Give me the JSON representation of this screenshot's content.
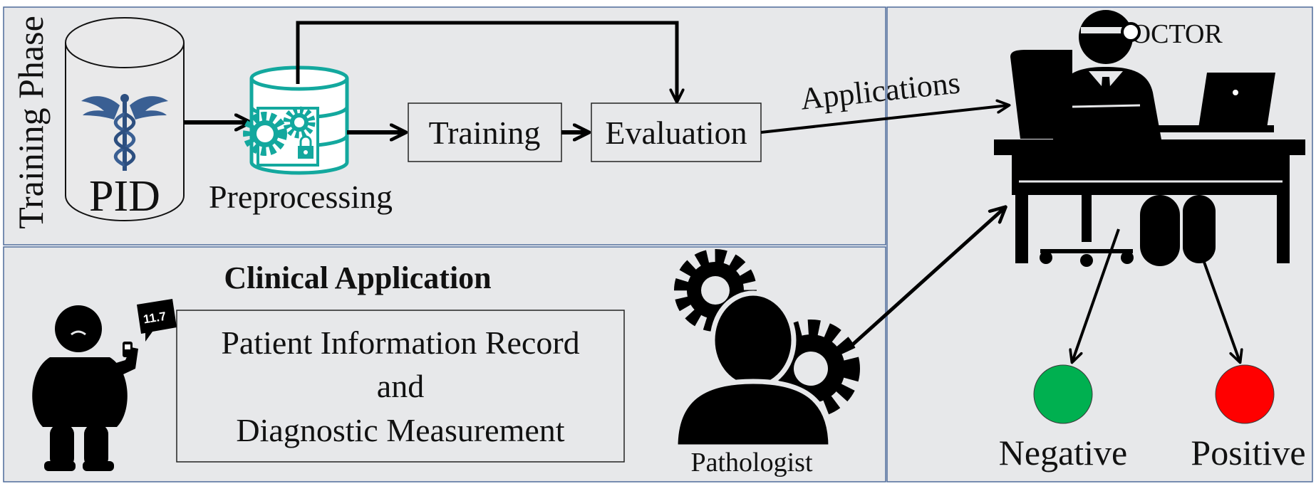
{
  "training_phase": {
    "title": "Training Phase",
    "database_label": "PID",
    "preprocessing_label": "Preprocessing",
    "training_label": "Training",
    "evaluation_label": "Evaluation",
    "applications_label": "Applications"
  },
  "doctor": {
    "label": "DOCTOR"
  },
  "clinical_application": {
    "title": "Clinical Application",
    "meter_reading": "11.7",
    "record_line_1": "Patient Information Record",
    "record_line_2": "and",
    "record_line_3": "Diagnostic Measurement",
    "pathologist_label": "Pathologist"
  },
  "outcomes": {
    "negative_label": "Negative",
    "positive_label": "Positive",
    "negative_color": "#00b050",
    "positive_color": "#ff0000"
  },
  "colors": {
    "panel_bg": "#e7e8ea",
    "panel_border": "#4f6b9a",
    "teal_accent": "#13a89e"
  }
}
